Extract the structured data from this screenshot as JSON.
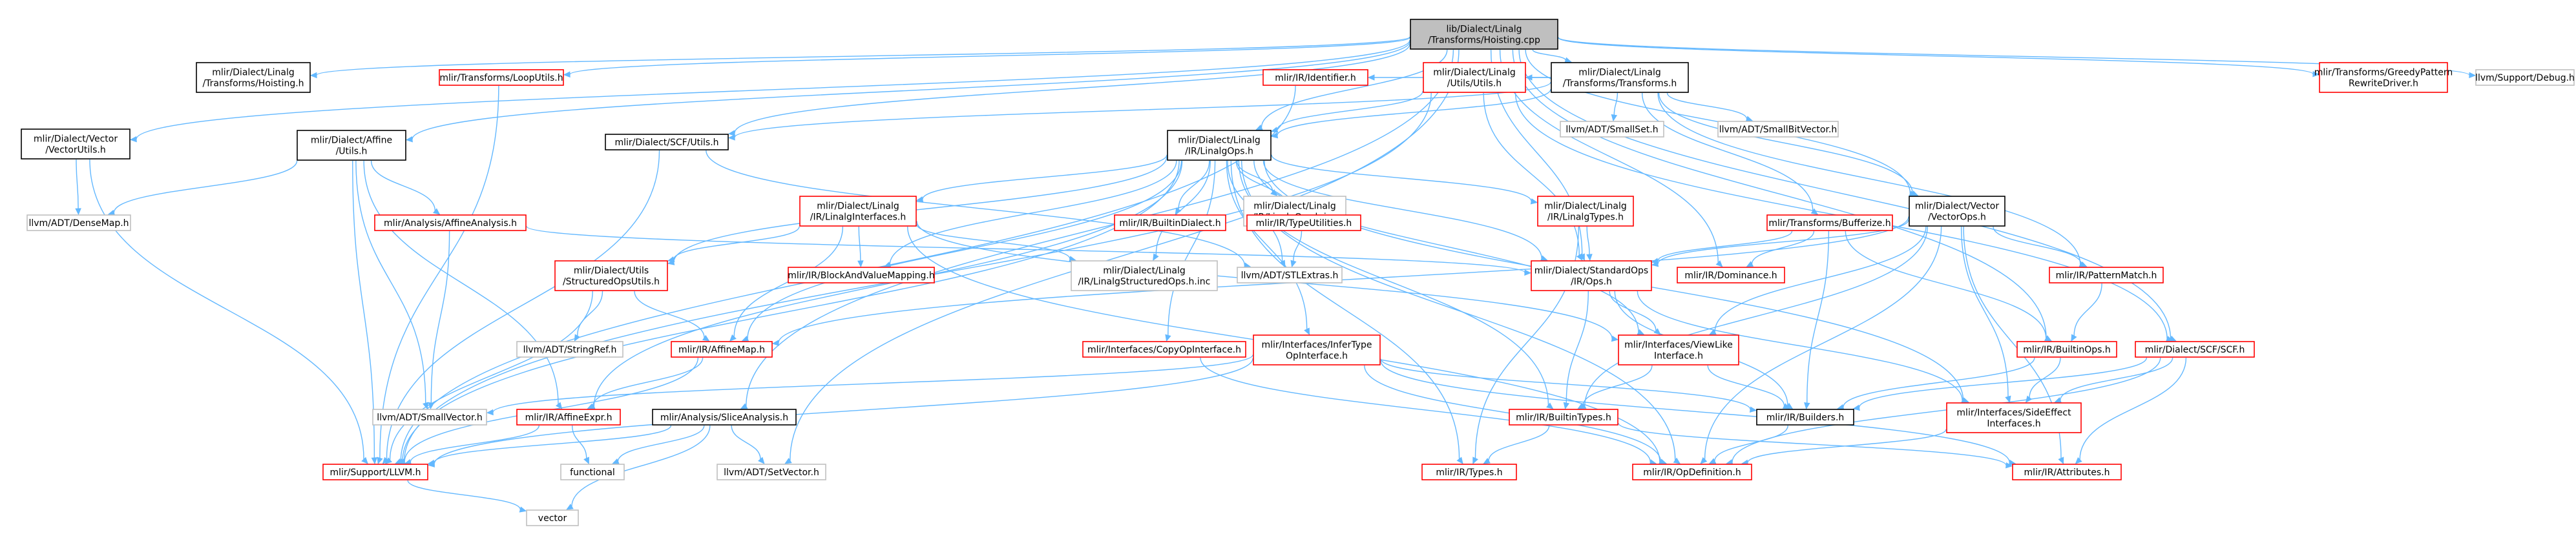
{
  "diagram_title": "lib/Dialect/Linalg/Transforms/Hoisting.cpp",
  "colors": {
    "edge": "#63b8ff",
    "root_fill": "#bfbfbf",
    "border_internal": "#000000",
    "border_missing": "#ff0000",
    "border_external": "#bfbfbf"
  },
  "nodes": [
    {
      "id": "root",
      "lines": [
        "lib/Dialect/Linalg",
        "/Transforms/Hoisting.cpp"
      ],
      "kind": "root"
    },
    {
      "id": "hoisting_h",
      "lines": [
        "mlir/Dialect/Linalg",
        "/Transforms/Hoisting.h"
      ],
      "kind": "internal"
    },
    {
      "id": "loop_utils",
      "lines": [
        "mlir/Transforms/LoopUtils.h"
      ],
      "kind": "missing"
    },
    {
      "id": "vector_utils",
      "lines": [
        "mlir/Dialect/Vector",
        "/VectorUtils.h"
      ],
      "kind": "internal"
    },
    {
      "id": "affine_utils",
      "lines": [
        "mlir/Dialect/Affine",
        "/Utils.h"
      ],
      "kind": "internal"
    },
    {
      "id": "transforms_h",
      "lines": [
        "mlir/Dialect/Linalg",
        "/Transforms/Transforms.h"
      ],
      "kind": "internal"
    },
    {
      "id": "identifier",
      "lines": [
        "mlir/IR/Identifier.h"
      ],
      "kind": "missing"
    },
    {
      "id": "linalg_utils",
      "lines": [
        "mlir/Dialect/Linalg",
        "/Utils/Utils.h"
      ],
      "kind": "missing"
    },
    {
      "id": "scf_utils",
      "lines": [
        "mlir/Dialect/SCF/Utils.h"
      ],
      "kind": "internal"
    },
    {
      "id": "small_set",
      "lines": [
        "llvm/ADT/SmallSet.h"
      ],
      "kind": "external"
    },
    {
      "id": "small_bit_vector",
      "lines": [
        "llvm/ADT/SmallBitVector.h"
      ],
      "kind": "external"
    },
    {
      "id": "greedy",
      "lines": [
        "mlir/Transforms/GreedyPattern",
        "RewriteDriver.h"
      ],
      "kind": "missing"
    },
    {
      "id": "debug",
      "lines": [
        "llvm/Support/Debug.h"
      ],
      "kind": "external"
    },
    {
      "id": "linalg_ops",
      "lines": [
        "mlir/Dialect/Linalg",
        "/IR/LinalgOps.h"
      ],
      "kind": "internal"
    },
    {
      "id": "dense_map",
      "lines": [
        "llvm/ADT/DenseMap.h"
      ],
      "kind": "external"
    },
    {
      "id": "affine_analysis",
      "lines": [
        "mlir/Analysis/AffineAnalysis.h"
      ],
      "kind": "missing"
    },
    {
      "id": "linalg_interfaces",
      "lines": [
        "mlir/Dialect/Linalg",
        "/IR/LinalgInterfaces.h"
      ],
      "kind": "missing"
    },
    {
      "id": "builtin_dialect",
      "lines": [
        "mlir/IR/BuiltinDialect.h"
      ],
      "kind": "missing"
    },
    {
      "id": "linalg_ops_inc",
      "lines": [
        "mlir/Dialect/Linalg",
        "/IR/LinalgOps.h.inc"
      ],
      "kind": "external"
    },
    {
      "id": "type_utilities",
      "lines": [
        "mlir/IR/TypeUtilities.h"
      ],
      "kind": "missing"
    },
    {
      "id": "linalg_types",
      "lines": [
        "mlir/Dialect/Linalg",
        "/IR/LinalgTypes.h"
      ],
      "kind": "missing"
    },
    {
      "id": "bufferize",
      "lines": [
        "mlir/Transforms/Bufferize.h"
      ],
      "kind": "missing"
    },
    {
      "id": "vector_ops",
      "lines": [
        "mlir/Dialect/Vector",
        "/VectorOps.h"
      ],
      "kind": "internal"
    },
    {
      "id": "structured_ops_utils",
      "lines": [
        "mlir/Dialect/Utils",
        "/StructuredOpsUtils.h"
      ],
      "kind": "missing"
    },
    {
      "id": "block_and_value",
      "lines": [
        "mlir/IR/BlockAndValueMapping.h"
      ],
      "kind": "missing"
    },
    {
      "id": "structured_ops_inc",
      "lines": [
        "mlir/Dialect/Linalg",
        "/IR/LinalgStructuredOps.h.inc"
      ],
      "kind": "external"
    },
    {
      "id": "stl_extras",
      "lines": [
        "llvm/ADT/STLExtras.h"
      ],
      "kind": "external"
    },
    {
      "id": "standard_ops",
      "lines": [
        "mlir/Dialect/StandardOps",
        "/IR/Ops.h"
      ],
      "kind": "missing"
    },
    {
      "id": "dominance",
      "lines": [
        "mlir/IR/Dominance.h"
      ],
      "kind": "missing"
    },
    {
      "id": "pattern_match",
      "lines": [
        "mlir/IR/PatternMatch.h"
      ],
      "kind": "missing"
    },
    {
      "id": "string_ref",
      "lines": [
        "llvm/ADT/StringRef.h"
      ],
      "kind": "external"
    },
    {
      "id": "affine_map",
      "lines": [
        "mlir/IR/AffineMap.h"
      ],
      "kind": "missing"
    },
    {
      "id": "copy_op_interface",
      "lines": [
        "mlir/Interfaces/CopyOpInterface.h"
      ],
      "kind": "missing"
    },
    {
      "id": "infer_type",
      "lines": [
        "mlir/Interfaces/InferType",
        "OpInterface.h"
      ],
      "kind": "missing"
    },
    {
      "id": "view_like",
      "lines": [
        "mlir/Interfaces/ViewLike",
        "Interface.h"
      ],
      "kind": "missing"
    },
    {
      "id": "builtin_ops",
      "lines": [
        "mlir/IR/BuiltinOps.h"
      ],
      "kind": "missing"
    },
    {
      "id": "scf_h",
      "lines": [
        "mlir/Dialect/SCF/SCF.h"
      ],
      "kind": "missing"
    },
    {
      "id": "small_vector",
      "lines": [
        "llvm/ADT/SmallVector.h"
      ],
      "kind": "external"
    },
    {
      "id": "affine_expr",
      "lines": [
        "mlir/IR/AffineExpr.h"
      ],
      "kind": "missing"
    },
    {
      "id": "slice_analysis",
      "lines": [
        "mlir/Analysis/SliceAnalysis.h"
      ],
      "kind": "internal"
    },
    {
      "id": "builtin_types",
      "lines": [
        "mlir/IR/BuiltinTypes.h"
      ],
      "kind": "missing"
    },
    {
      "id": "builders",
      "lines": [
        "mlir/IR/Builders.h"
      ],
      "kind": "internal"
    },
    {
      "id": "side_effect",
      "lines": [
        "mlir/Interfaces/SideEffect",
        "Interfaces.h"
      ],
      "kind": "missing"
    },
    {
      "id": "llvm_h",
      "lines": [
        "mlir/Support/LLVM.h"
      ],
      "kind": "missing"
    },
    {
      "id": "functional",
      "lines": [
        "functional"
      ],
      "kind": "external"
    },
    {
      "id": "set_vector",
      "lines": [
        "llvm/ADT/SetVector.h"
      ],
      "kind": "external"
    },
    {
      "id": "ir_types",
      "lines": [
        "mlir/IR/Types.h"
      ],
      "kind": "missing"
    },
    {
      "id": "op_definition",
      "lines": [
        "mlir/IR/OpDefinition.h"
      ],
      "kind": "missing"
    },
    {
      "id": "attributes",
      "lines": [
        "mlir/IR/Attributes.h"
      ],
      "kind": "missing"
    },
    {
      "id": "vector",
      "lines": [
        "vector"
      ],
      "kind": "external"
    }
  ],
  "edges": [
    [
      "root",
      "hoisting_h"
    ],
    [
      "root",
      "loop_utils"
    ],
    [
      "root",
      "vector_utils"
    ],
    [
      "root",
      "affine_utils"
    ],
    [
      "root",
      "transforms_h"
    ],
    [
      "root",
      "scf_utils"
    ],
    [
      "root",
      "linalg_ops"
    ],
    [
      "root",
      "standard_ops"
    ],
    [
      "root",
      "dominance"
    ],
    [
      "root",
      "vector_ops"
    ],
    [
      "root",
      "builtin_ops"
    ],
    [
      "root",
      "scf_h"
    ],
    [
      "root",
      "greedy"
    ],
    [
      "root",
      "debug"
    ],
    [
      "root",
      "slice_analysis"
    ],
    [
      "root",
      "set_vector"
    ],
    [
      "transforms_h",
      "identifier"
    ],
    [
      "transforms_h",
      "linalg_utils"
    ],
    [
      "transforms_h",
      "small_set"
    ],
    [
      "transforms_h",
      "small_bit_vector"
    ],
    [
      "transforms_h",
      "bufferize"
    ],
    [
      "transforms_h",
      "vector_ops"
    ],
    [
      "transforms_h",
      "pattern_match"
    ],
    [
      "transforms_h",
      "scf_utils"
    ],
    [
      "transforms_h",
      "linalg_ops"
    ],
    [
      "linalg_utils",
      "linalg_ops"
    ],
    [
      "linalg_utils",
      "standard_ops"
    ],
    [
      "linalg_utils",
      "scf_h"
    ],
    [
      "linalg_utils",
      "llvm_h"
    ],
    [
      "loop_utils",
      "llvm_h"
    ],
    [
      "identifier",
      "llvm_h"
    ],
    [
      "vector_utils",
      "dense_map"
    ],
    [
      "vector_utils",
      "llvm_h"
    ],
    [
      "affine_utils",
      "dense_map"
    ],
    [
      "affine_utils",
      "affine_analysis"
    ],
    [
      "affine_utils",
      "affine_expr"
    ],
    [
      "affine_utils",
      "small_vector"
    ],
    [
      "affine_utils",
      "llvm_h"
    ],
    [
      "scf_utils",
      "stl_extras"
    ],
    [
      "scf_utils",
      "llvm_h"
    ],
    [
      "affine_analysis",
      "standard_ops"
    ],
    [
      "affine_analysis",
      "small_vector"
    ],
    [
      "linalg_ops",
      "linalg_interfaces"
    ],
    [
      "linalg_ops",
      "builtin_dialect"
    ],
    [
      "linalg_ops",
      "linalg_ops_inc"
    ],
    [
      "linalg_ops",
      "type_utilities"
    ],
    [
      "linalg_ops",
      "linalg_types"
    ],
    [
      "linalg_ops",
      "structured_ops_utils"
    ],
    [
      "linalg_ops",
      "block_and_value"
    ],
    [
      "linalg_ops",
      "structured_ops_inc"
    ],
    [
      "linalg_ops",
      "stl_extras"
    ],
    [
      "linalg_ops",
      "standard_ops"
    ],
    [
      "linalg_ops",
      "affine_map"
    ],
    [
      "linalg_ops",
      "copy_op_interface"
    ],
    [
      "linalg_ops",
      "infer_type"
    ],
    [
      "linalg_ops",
      "view_like"
    ],
    [
      "linalg_ops",
      "builtin_types"
    ],
    [
      "linalg_ops",
      "side_effect"
    ],
    [
      "linalg_ops",
      "op_definition"
    ],
    [
      "linalg_ops",
      "ir_types"
    ],
    [
      "linalg_ops",
      "affine_expr"
    ],
    [
      "linalg_ops",
      "llvm_h"
    ],
    [
      "linalg_interfaces",
      "structured_ops_utils"
    ],
    [
      "linalg_interfaces",
      "block_and_value"
    ],
    [
      "linalg_interfaces",
      "affine_map"
    ],
    [
      "linalg_interfaces",
      "view_like"
    ],
    [
      "linalg_interfaces",
      "op_definition"
    ],
    [
      "linalg_interfaces",
      "structured_ops_inc"
    ],
    [
      "type_utilities",
      "stl_extras"
    ],
    [
      "linalg_types",
      "standard_ops"
    ],
    [
      "linalg_types",
      "ir_types"
    ],
    [
      "structured_ops_utils",
      "string_ref"
    ],
    [
      "structured_ops_utils",
      "affine_map"
    ],
    [
      "structured_ops_utils",
      "llvm_h"
    ],
    [
      "bufferize",
      "standard_ops"
    ],
    [
      "bufferize",
      "dominance"
    ],
    [
      "bufferize",
      "builtin_ops"
    ],
    [
      "bufferize",
      "builders"
    ],
    [
      "vector_ops",
      "standard_ops"
    ],
    [
      "vector_ops",
      "pattern_match"
    ],
    [
      "vector_ops",
      "view_like"
    ],
    [
      "vector_ops",
      "builtin_types"
    ],
    [
      "vector_ops",
      "side_effect"
    ],
    [
      "vector_ops",
      "attributes"
    ],
    [
      "vector_ops",
      "op_definition"
    ],
    [
      "vector_ops",
      "affine_map"
    ],
    [
      "standard_ops",
      "view_like"
    ],
    [
      "standard_ops",
      "builtin_types"
    ],
    [
      "standard_ops",
      "builders"
    ],
    [
      "standard_ops",
      "side_effect"
    ],
    [
      "pattern_match",
      "builtin_ops"
    ],
    [
      "affine_map",
      "affine_expr"
    ],
    [
      "affine_map",
      "llvm_h"
    ],
    [
      "copy_op_interface",
      "op_definition"
    ],
    [
      "infer_type",
      "small_vector"
    ],
    [
      "infer_type",
      "builders"
    ],
    [
      "infer_type",
      "op_definition"
    ],
    [
      "infer_type",
      "attributes"
    ],
    [
      "infer_type",
      "llvm_h"
    ],
    [
      "view_like",
      "builtin_types"
    ],
    [
      "view_like",
      "builders"
    ],
    [
      "builtin_ops",
      "side_effect"
    ],
    [
      "builtin_ops",
      "builders"
    ],
    [
      "scf_h",
      "builders"
    ],
    [
      "scf_h",
      "side_effect"
    ],
    [
      "scf_h",
      "op_definition"
    ],
    [
      "scf_h",
      "attributes"
    ],
    [
      "affine_expr",
      "functional"
    ],
    [
      "affine_expr",
      "llvm_h"
    ],
    [
      "slice_analysis",
      "functional"
    ],
    [
      "slice_analysis",
      "set_vector"
    ],
    [
      "slice_analysis",
      "vector"
    ],
    [
      "slice_analysis",
      "llvm_h"
    ],
    [
      "builtin_types",
      "ir_types"
    ],
    [
      "builtin_types",
      "attributes"
    ],
    [
      "builders",
      "op_definition"
    ],
    [
      "side_effect",
      "op_definition"
    ],
    [
      "llvm_h",
      "vector"
    ]
  ]
}
